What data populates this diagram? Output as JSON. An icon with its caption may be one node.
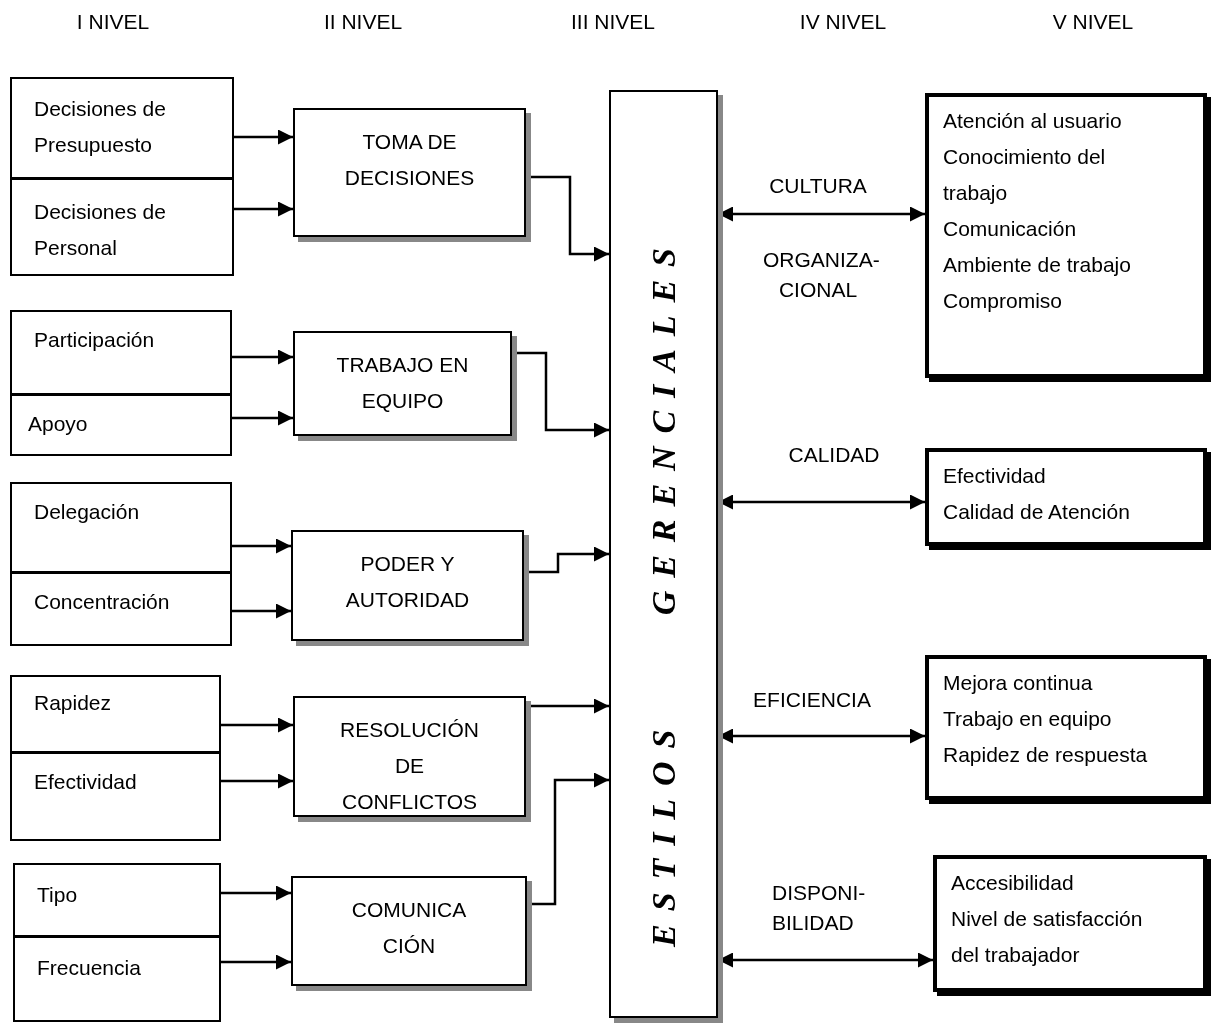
{
  "diagram": {
    "nodes": [
      {
        "text": [
          "Decisiones de Presupuesto"
        ]
      },
      {
        "text": [
          "Decisiones de Personal"
        ]
      },
      {
        "text": [
          "Participación"
        ]
      },
      {
        "text": [
          "Apoyo"
        ]
      },
      {
        "text": [
          "Delegación"
        ]
      },
      {
        "text": [
          "Concentración"
        ]
      },
      {
        "text": [
          "Rapidez"
        ]
      },
      {
        "text": [
          "Efectividad"
        ]
      },
      {
        "text": [
          "Tipo"
        ]
      },
      {
        "text": [
          "Frecuencia"
        ]
      },
      {
        "text": [
          "TOMA DE DECISIONES"
        ]
      },
      {
        "text": [
          "TRABAJO EN EQUIPO"
        ]
      },
      {
        "text": [
          "PODER Y AUTORIDAD"
        ]
      },
      {
        "text": [
          "RESOLUCIÓN DE CONFLICTOS"
        ]
      },
      {
        "text": [
          "COMUNICA CIÓN"
        ]
      },
      {
        "text": [
          "ESTILOS GERENCIALES"
        ]
      },
      {
        "text": [
          "Atención al usuario",
          "Conocimiento del trabajo",
          "Comunicación",
          "Ambiente de trabajo",
          "Compromiso"
        ]
      },
      {
        "text": [
          "Efectividad",
          "Calidad de Atención"
        ]
      },
      {
        "text": [
          "Mejora continua",
          "Trabajo en equipo",
          "Rapidez de respuesta"
        ]
      },
      {
        "text": [
          "Accesibilidad",
          "Nivel de satisfacción del trabajador"
        ]
      }
    ],
    "edges": [
      {
        "from": 0,
        "to": 10,
        "arrow": "to"
      },
      {
        "from": 1,
        "to": 10,
        "arrow": "to"
      },
      {
        "from": 2,
        "to": 11,
        "arrow": "to"
      },
      {
        "from": 3,
        "to": 11,
        "arrow": "to"
      },
      {
        "from": 4,
        "to": 12,
        "arrow": "to"
      },
      {
        "from": 5,
        "to": 12,
        "arrow": "to"
      },
      {
        "from": 6,
        "to": 13,
        "arrow": "to"
      },
      {
        "from": 7,
        "to": 13,
        "arrow": "to"
      },
      {
        "from": 8,
        "to": 14,
        "arrow": "to"
      },
      {
        "from": 9,
        "to": 14,
        "arrow": "to"
      },
      {
        "from": 10,
        "to": 15,
        "arrow": "to"
      },
      {
        "from": 11,
        "to": 15,
        "arrow": "to"
      },
      {
        "from": 12,
        "to": 15,
        "arrow": "to"
      },
      {
        "from": 13,
        "to": 15,
        "arrow": "to"
      },
      {
        "from": 14,
        "to": 15,
        "arrow": "to"
      },
      {
        "from": 15,
        "to": 16,
        "arrow": "both",
        "label": "CULTURA"
      },
      {
        "from": 15,
        "to": 17,
        "arrow": "both",
        "label": "CALIDAD"
      },
      {
        "from": 15,
        "to": 18,
        "arrow": "both",
        "label": "EFICIENCIA"
      },
      {
        "from": 15,
        "to": 19,
        "arrow": "both",
        "label": "DISPONI- BILIDAD"
      }
    ],
    "labels": [
      "I NIVEL",
      "II NIVEL",
      "III NIVEL",
      "IV NIVEL",
      "V NIVEL",
      "ORGANIZA- CIONAL"
    ]
  }
}
